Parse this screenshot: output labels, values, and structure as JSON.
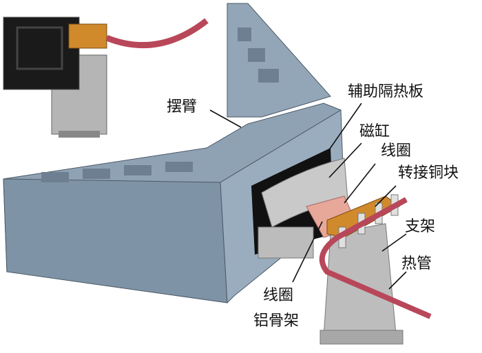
{
  "labels": {
    "swing_arm": "摆臂",
    "aux_heat_shield": "辅助隔热板",
    "magnet_cylinder": "磁缸",
    "coil": "线圈",
    "adapter_copper_block": "转接铜块",
    "bracket": "支架",
    "heat_pipe": "热管",
    "coil_frame_line1": "线圈",
    "coil_frame_line2": "铝骨架"
  },
  "colors": {
    "arm": "#8fa2b4",
    "magnet": "#c9c9c9",
    "copper": "#d08a2c",
    "heat_pipe": "#b8475a",
    "coil": "#e7a89a"
  }
}
